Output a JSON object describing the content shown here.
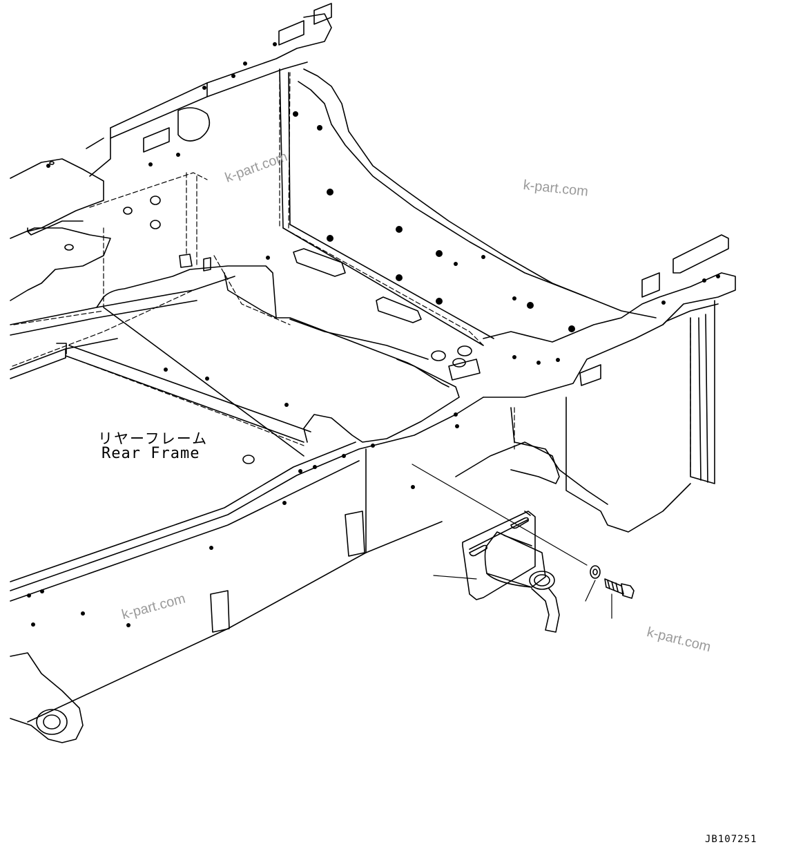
{
  "callout": {
    "label_jp": "リヤーフレーム",
    "label_en": "Rear Frame"
  },
  "drawing_code": "JB107251",
  "watermarks": [
    "k-part.com",
    "k-part.com",
    "k-part.com",
    "k-part.com"
  ],
  "colors": {
    "line": "#000000",
    "background": "#ffffff",
    "watermark": "#9a9a9a"
  }
}
